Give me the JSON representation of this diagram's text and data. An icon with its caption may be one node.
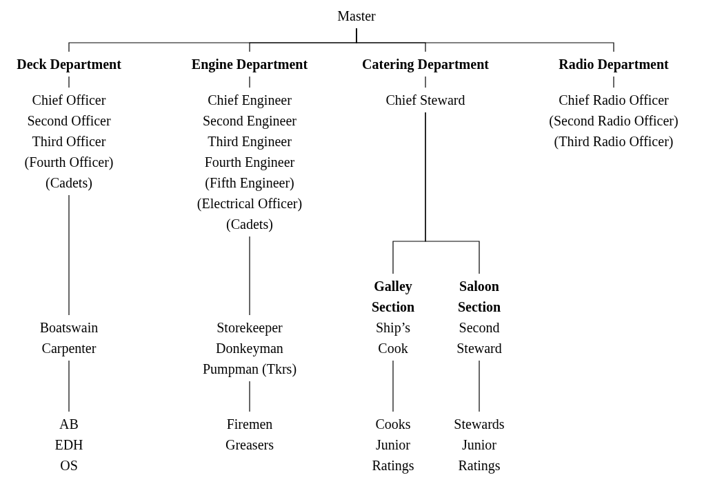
{
  "diagram": {
    "nodes": [
      {
        "text": [
          "Master"
        ]
      },
      {
        "text": [
          "Deck Department"
        ]
      },
      {
        "text": [
          "Engine Department"
        ]
      },
      {
        "text": [
          "Catering Department"
        ]
      },
      {
        "text": [
          "Radio Department"
        ]
      },
      {
        "text": [
          "Chief Officer",
          "Second Officer",
          "Third Officer",
          "(Fourth Officer)",
          "(Cadets)"
        ]
      },
      {
        "text": [
          "Chief Engineer",
          "Second Engineer",
          "Third Engineer",
          "Fourth Engineer",
          "(Fifth Engineer)",
          "(Electrical Officer)",
          "(Cadets)"
        ]
      },
      {
        "text": [
          "Chief Steward"
        ]
      },
      {
        "text": [
          "Chief Radio Officer",
          "(Second Radio Officer)",
          "(Third Radio Officer)"
        ]
      },
      {
        "text": [
          "Boatswain",
          "Carpenter"
        ]
      },
      {
        "text": [
          "Storekeeper",
          "Donkeyman",
          "Pumpman (Tkrs)"
        ]
      },
      {
        "text": [
          "Galley Section",
          "Ship’s Cook"
        ]
      },
      {
        "text": [
          "Saloon Section",
          "Second Steward"
        ]
      },
      {
        "text": [
          "AB",
          "EDH",
          "OS"
        ]
      },
      {
        "text": [
          "Firemen",
          "Greasers"
        ]
      },
      {
        "text": [
          "Cooks",
          "Junior Ratings"
        ]
      },
      {
        "text": [
          "Stewards",
          "Junior Ratings"
        ]
      }
    ],
    "edges": [
      {
        "from": 0,
        "to": 1,
        "arrow": "none"
      },
      {
        "from": 0,
        "to": 2,
        "arrow": "none"
      },
      {
        "from": 0,
        "to": 3,
        "arrow": "none"
      },
      {
        "from": 0,
        "to": 4,
        "arrow": "none"
      },
      {
        "from": 1,
        "to": 5,
        "arrow": "none"
      },
      {
        "from": 2,
        "to": 6,
        "arrow": "none"
      },
      {
        "from": 3,
        "to": 7,
        "arrow": "none"
      },
      {
        "from": 4,
        "to": 8,
        "arrow": "none"
      },
      {
        "from": 5,
        "to": 9,
        "arrow": "none"
      },
      {
        "from": 6,
        "to": 10,
        "arrow": "none"
      },
      {
        "from": 7,
        "to": 11,
        "arrow": "none"
      },
      {
        "from": 7,
        "to": 12,
        "arrow": "none"
      },
      {
        "from": 9,
        "to": 13,
        "arrow": "none"
      },
      {
        "from": 10,
        "to": 14,
        "arrow": "none"
      },
      {
        "from": 11,
        "to": 15,
        "arrow": "none"
      },
      {
        "from": 12,
        "to": 16,
        "arrow": "none"
      }
    ]
  }
}
